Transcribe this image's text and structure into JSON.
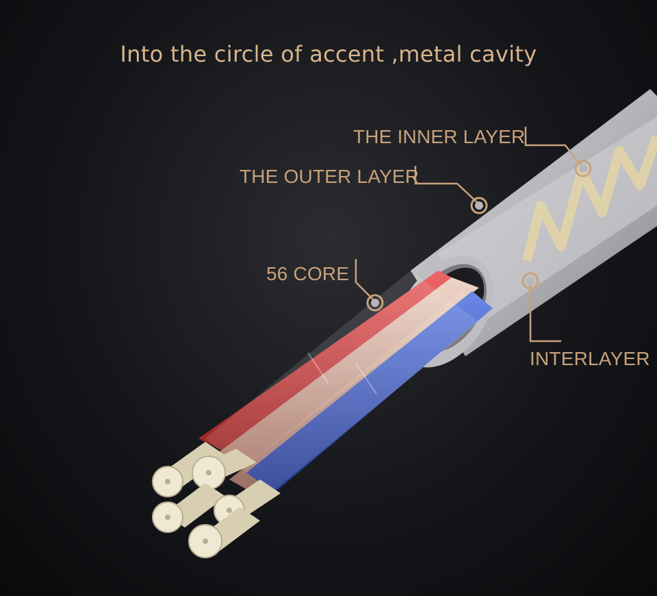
{
  "headline": "Into the circle of accent ,metal cavity",
  "labels": {
    "inner_layer": "THE INNER LAYER",
    "outer_layer": "THE OUTER LAYER",
    "core": "56 CORE",
    "interlayer": "INTERLAYER"
  },
  "colors": {
    "label": "#c9a27c",
    "headline": "#d9b58a",
    "background": "#15161a",
    "jacket": "#c9c9cc",
    "red_wire": "#c93a3a",
    "blue_wire": "#3a5bc0",
    "copper_wire": "#c89a86",
    "conductor": "#e7e0c8"
  }
}
